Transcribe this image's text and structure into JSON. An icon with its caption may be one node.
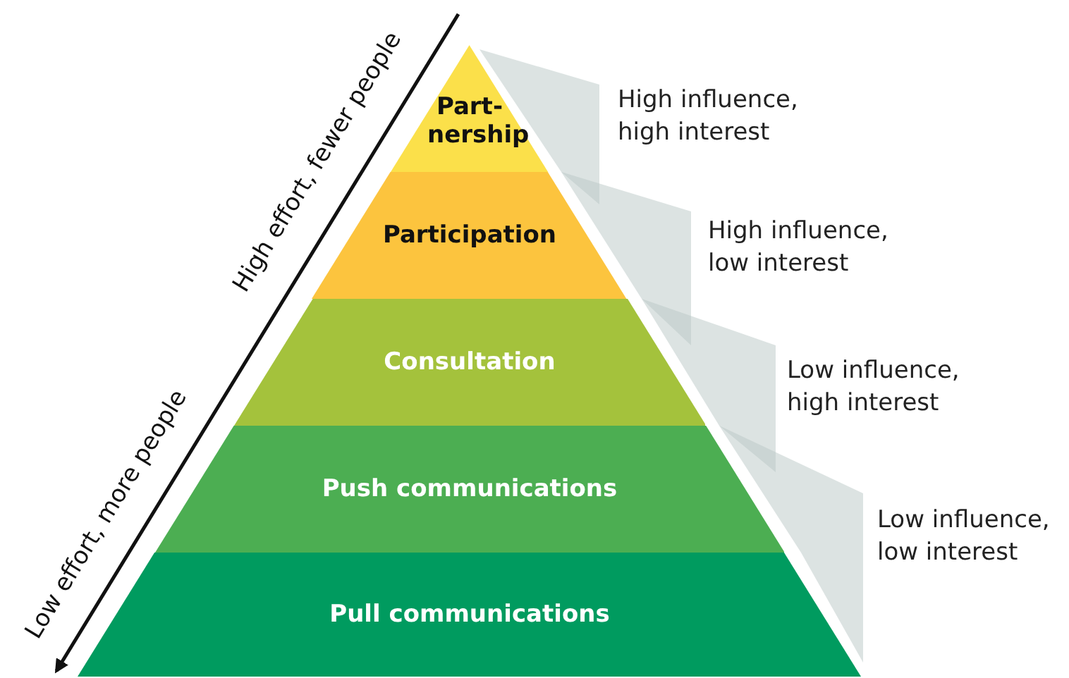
{
  "diagram": {
    "nodes": [
      {
        "text": [
          "Part- nership"
        ]
      },
      {
        "text": [
          "Participation"
        ]
      },
      {
        "text": [
          "Consultation"
        ]
      },
      {
        "text": [
          "Push communications"
        ]
      },
      {
        "text": [
          "Pull communications"
        ]
      }
    ],
    "labels": [
      "High effort, fewer people",
      "Low effort, more people",
      "High influence, high interest",
      "High influence, low interest",
      "Low influence, high interest",
      "Low influence, low interest"
    ]
  }
}
